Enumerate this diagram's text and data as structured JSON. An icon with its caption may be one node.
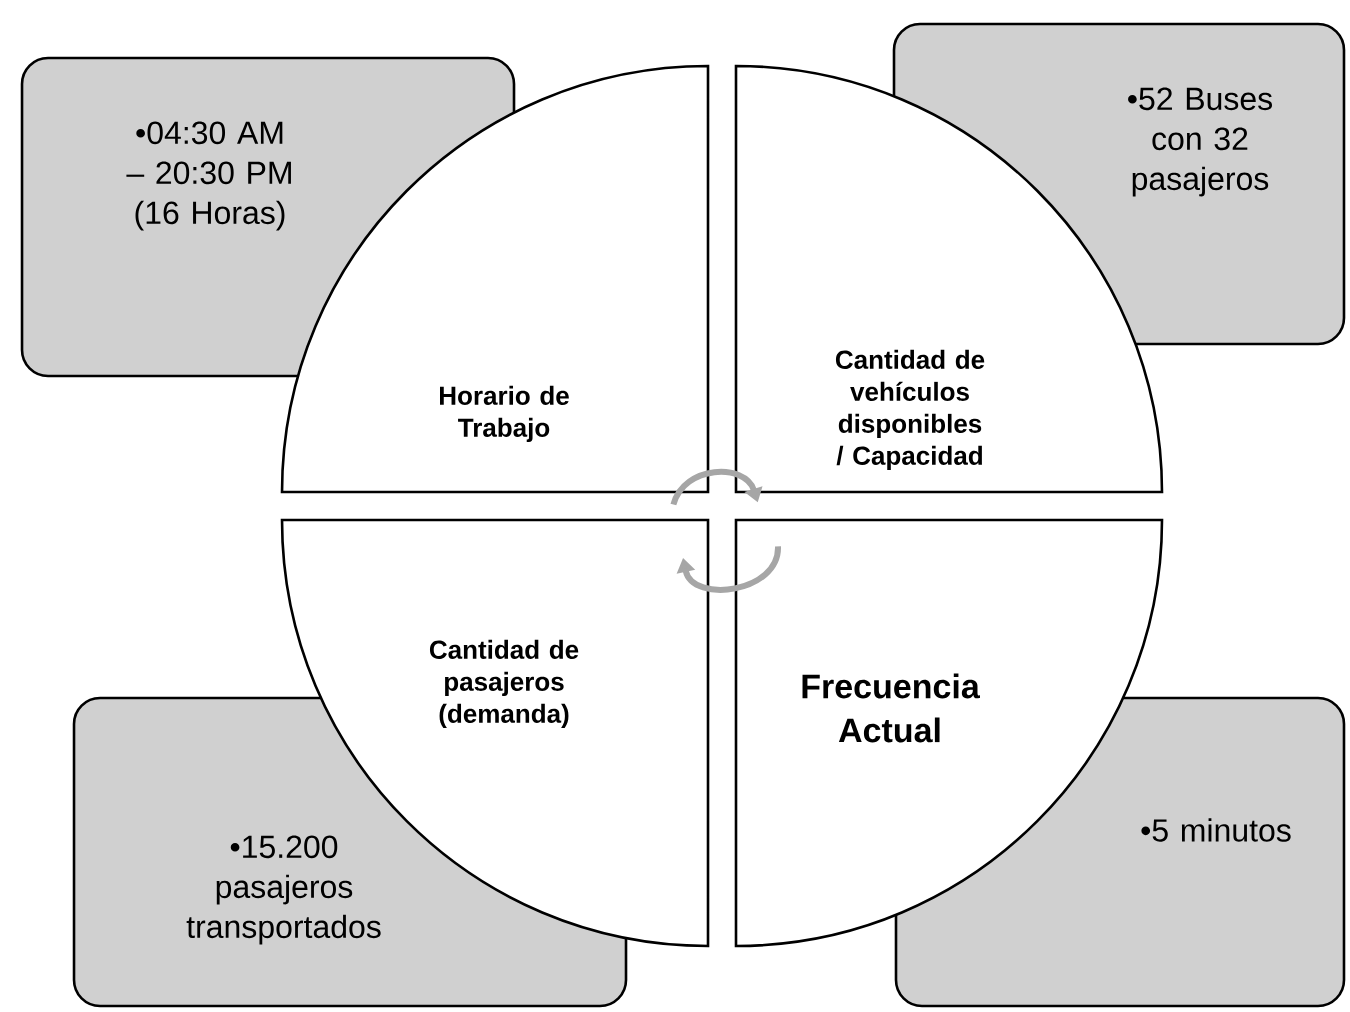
{
  "diagram": {
    "nodes": [
      {
        "text": [
          "Horario de Trabajo"
        ]
      },
      {
        "text": [
          "Cantidad de vehículos disponibles / Capacidad"
        ]
      },
      {
        "text": [
          "Cantidad de pasajeros (demanda)"
        ]
      },
      {
        "text": [
          "Frecuencia Actual"
        ]
      },
      {
        "text": [
          "•04:30 AM – 20:30 PM (16 Horas)"
        ]
      },
      {
        "text": [
          "•52 Buses con 32 pasajeros"
        ]
      },
      {
        "text": [
          "•15.200 pasajeros transportados"
        ]
      },
      {
        "text": [
          "•5 minutos"
        ]
      }
    ],
    "edges": [
      {
        "from": 0,
        "to": 1,
        "arrow": "to"
      },
      {
        "from": 3,
        "to": 2,
        "arrow": "to"
      }
    ]
  }
}
